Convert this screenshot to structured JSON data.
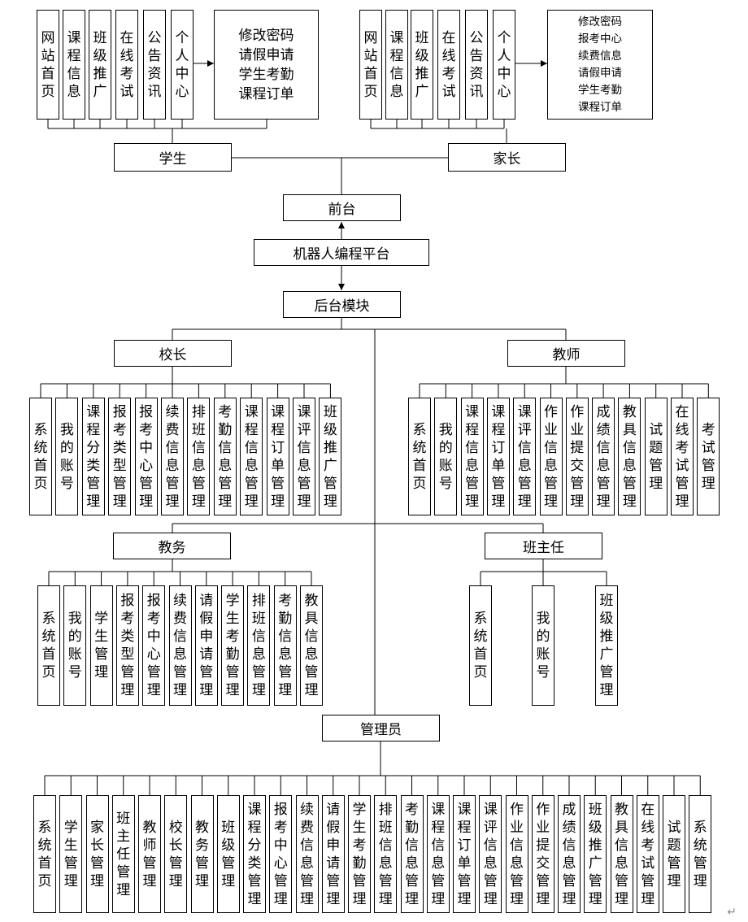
{
  "student_menu": [
    "网站首页",
    "课程信息",
    "班级推广",
    "在线考试",
    "公告资讯",
    "个人中心"
  ],
  "student_center": "修改密码\n请假申请\n学生考勤\n课程订单",
  "parent_menu": [
    "网站首页",
    "课程信息",
    "班级推广",
    "在线考试",
    "公告资讯",
    "个人中心"
  ],
  "parent_center": "修改密码\n报考中心\n续费信息\n请假申请\n学生考勤\n课程订单",
  "roles": {
    "student": "学生",
    "parent": "家长",
    "front": "前台",
    "platform": "机器人编程平台",
    "backend": "后台模块",
    "principal": "校长",
    "teacher": "教师",
    "academic": "教务",
    "head_teacher": "班主任",
    "admin": "管理员"
  },
  "principal_items": [
    "系统首页",
    "我的账号",
    "课程分类管理",
    "报考类型管理",
    "报考中心管理",
    "续费信息管理",
    "排班信息管理",
    "考勤信息管理",
    "课程信息管理",
    "课程订单管理",
    "课评信息管理",
    "班级推广管理"
  ],
  "teacher_items": [
    "系统首页",
    "我的账号",
    "课程信息管理",
    "课程订单管理",
    "课评信息管理",
    "作业信息管理",
    "作业提交管理",
    "成绩信息管理",
    "教具信息管理",
    "试题管理",
    "在线考试管理",
    "考试管理"
  ],
  "academic_items": [
    "系统首页",
    "我的账号",
    "学生管理",
    "报考类型管理",
    "报考中心管理",
    "续费信息管理",
    "请假申请管理",
    "学生考勤管理",
    "排班信息管理",
    "考勤信息管理",
    "教具信息管理"
  ],
  "head_teacher_items": [
    "系统首页",
    "我的账号",
    "班级推广管理"
  ],
  "admin_items": [
    "系统首页",
    "学生管理",
    "家长管理",
    "班主任管理",
    "教师管理",
    "校长管理",
    "教务管理",
    "班级管理",
    "课程分类管理",
    "报考中心管理",
    "续费信息管理",
    "请假申请管理",
    "学生考勤管理",
    "排班信息管理",
    "考勤信息管理",
    "课程信息管理",
    "课程订单管理",
    "课评信息管理",
    "作业信息管理",
    "作业提交管理",
    "成绩信息管理",
    "班级推广管理",
    "教具信息管理",
    "在线考试管理",
    "试题管理",
    "系统管理"
  ],
  "return_mark": "↵"
}
